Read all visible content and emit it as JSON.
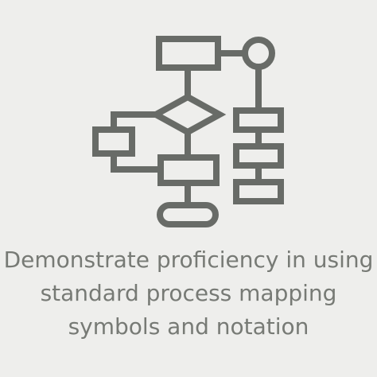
{
  "icon": {
    "name": "process-flowchart-icon",
    "stroke_color": "#686b67"
  },
  "caption": {
    "lines": [
      "Demonstrate proficiency in using",
      "standard process mapping",
      "symbols and notation"
    ],
    "color": "#777a75"
  },
  "colors": {
    "background": "#eeeeec"
  }
}
